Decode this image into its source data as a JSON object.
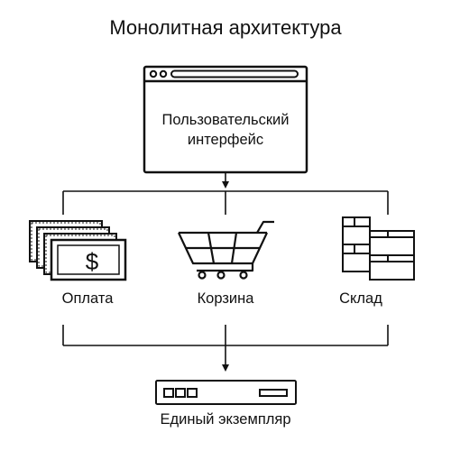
{
  "title": "Монолитная архитектура",
  "ui_window": {
    "label_line1": "Пользовательский",
    "label_line2": "интерфейс",
    "icon": "browser-window-icon"
  },
  "modules": [
    {
      "label": "Оплата",
      "icon": "banknotes-dollar-icon"
    },
    {
      "label": "Корзина",
      "icon": "shopping-cart-icon"
    },
    {
      "label": "Склад",
      "icon": "warehouse-boxes-icon"
    }
  ],
  "deployment": {
    "label": "Единый экземпляр",
    "icon": "server-rack-icon"
  },
  "money_symbol": "$",
  "colors": {
    "line": "#111111",
    "background": "#ffffff"
  }
}
